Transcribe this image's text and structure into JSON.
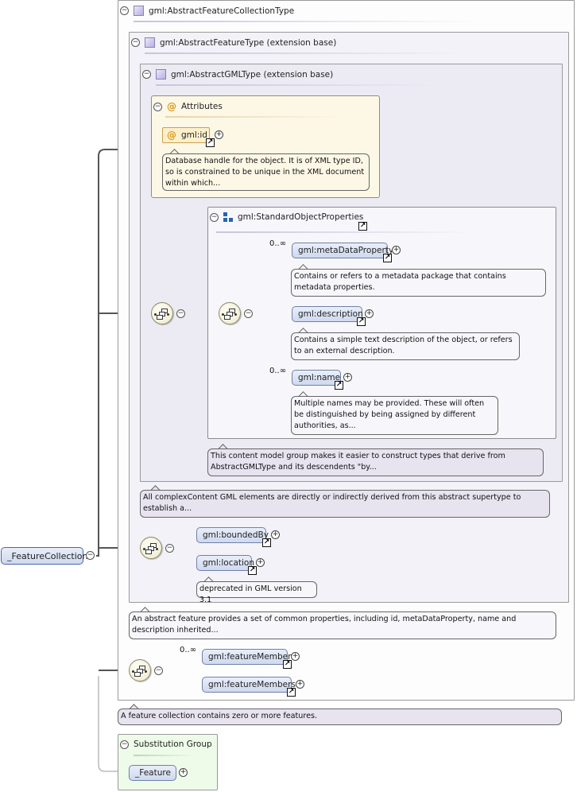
{
  "root": {
    "label": "_FeatureCollection"
  },
  "collection_type": {
    "title": "gml:AbstractFeatureCollectionType",
    "feature_type": {
      "title": "gml:AbstractFeatureType (extension base)",
      "gml_type": {
        "title": "gml:AbstractGMLType (extension base)",
        "attributes": {
          "title": "Attributes",
          "id": {
            "label": "gml:id",
            "doc": "Database handle for the object. It is of XML type ID, so is constrained to be unique in the XML document within which..."
          }
        },
        "standard_object_properties": {
          "title": "gml:StandardObjectProperties",
          "elements": [
            {
              "name": "gml:metaDataProperty",
              "cardinality": "0..∞",
              "doc": "Contains or refers to a metadata package that contains metadata properties."
            },
            {
              "name": "gml:description",
              "cardinality": "",
              "doc": "Contains a simple text description of the object, or refers to an external description."
            },
            {
              "name": "gml:name",
              "cardinality": "0..∞",
              "doc": "Multiple names may be provided. These will often be distinguished by being assigned by different authorities, as..."
            }
          ],
          "doc": "This content model group makes it easier to construct types that derive from AbstractGMLType and its descendents \"by..."
        },
        "doc": "All complexContent GML elements are directly or indirectly derived from this abstract supertype to establish a..."
      },
      "elements": [
        {
          "name": "gml:boundedBy"
        },
        {
          "name": "gml:location",
          "doc": "deprecated in GML version 3.1"
        }
      ],
      "doc": "An abstract feature provides a set of common properties, including id, metaDataProperty, name and description inherited..."
    },
    "elements": [
      {
        "name": "gml:featureMember",
        "cardinality": "0..∞"
      },
      {
        "name": "gml:featureMembers",
        "cardinality": ""
      }
    ],
    "doc": "A feature collection contains zero or more features."
  },
  "substitution_group": {
    "title": "Substitution Group",
    "element": "_Feature"
  },
  "symbols": {
    "collapse": "−",
    "expand": "+",
    "attribute": "@",
    "link": "↗"
  },
  "colors": {
    "element_fill": "#d6def0",
    "element_border": "#6f80a8",
    "attribute_fill": "#fdf0cc",
    "attribute_panel": "#fdf7e6",
    "annotation_fill": "#e7e3ef",
    "group_icon": "#2c64a8",
    "substitution_fill": "#eefbe9"
  }
}
